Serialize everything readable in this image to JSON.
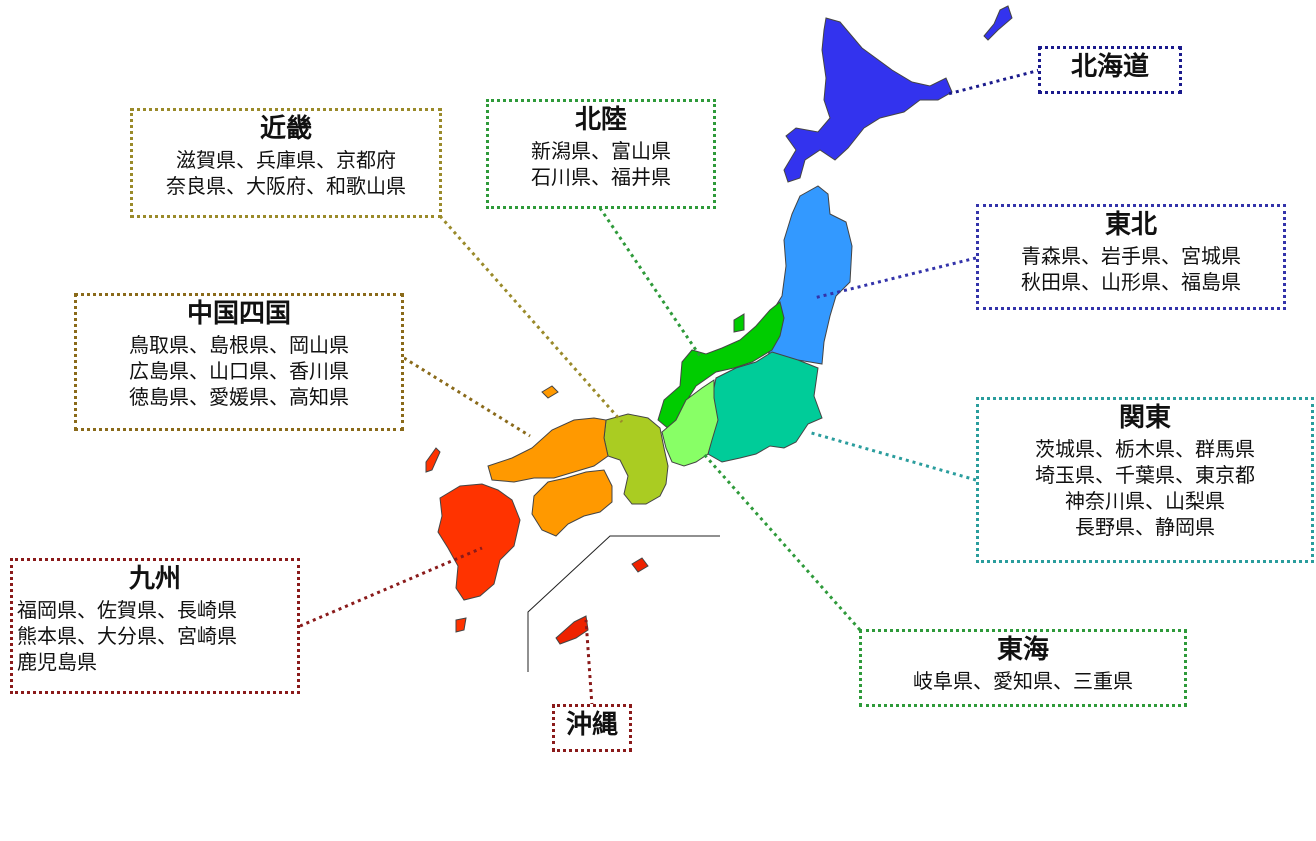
{
  "regions": {
    "hokkaido": {
      "name": "北海道",
      "color": "#3333ee",
      "border": "#1a1a8c",
      "prefectures": []
    },
    "tohoku": {
      "name": "東北",
      "color": "#3399ff",
      "border": "#3333aa",
      "prefectures": [
        "青森県、岩手県、宮城県",
        "秋田県、山形県、福島県"
      ]
    },
    "kanto": {
      "name": "関東",
      "color": "#00cc99",
      "border": "#2a9d9d",
      "prefectures": [
        "茨城県、栃木県、群馬県",
        "埼玉県、千葉県、東京都",
        "神奈川県、山梨県",
        "長野県、静岡県"
      ]
    },
    "hokuriku": {
      "name": "北陸",
      "color": "#00cc00",
      "border": "#2e9a3a",
      "prefectures": [
        "新潟県、富山県",
        "石川県、福井県"
      ]
    },
    "tokai": {
      "name": "東海",
      "color": "#88ff66",
      "border": "#2e9a3a",
      "prefectures": [
        "岐阜県、愛知県、三重県"
      ]
    },
    "kinki": {
      "name": "近畿",
      "color": "#aacc22",
      "border": "#9a8a2a",
      "prefectures": [
        "滋賀県、兵庫県、京都府",
        "奈良県、大阪府、和歌山県"
      ]
    },
    "chugoku_shikoku": {
      "name": "中国四国",
      "color": "#ff9900",
      "border": "#8a6a1a",
      "prefectures": [
        "鳥取県、島根県、岡山県",
        "広島県、山口県、香川県",
        "徳島県、愛媛県、高知県"
      ]
    },
    "kyushu": {
      "name": "九州",
      "color": "#ff3300",
      "border": "#8a1a1a",
      "prefectures": [
        "福岡県、佐賀県、長崎県",
        "熊本県、大分県、宮崎県",
        "鹿児島県"
      ]
    },
    "okinawa": {
      "name": "沖縄",
      "color": "#ee2200",
      "border": "#8a1a1a",
      "prefectures": []
    }
  }
}
